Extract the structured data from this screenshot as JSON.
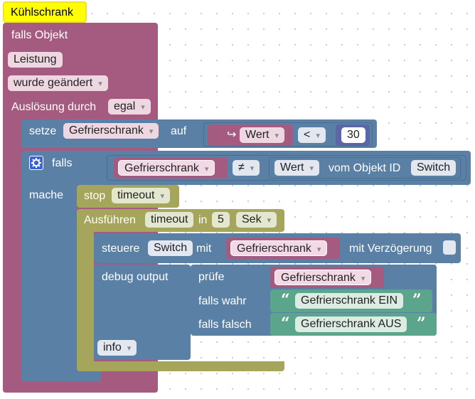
{
  "comment": {
    "text": "Kühlschrank"
  },
  "trigger": {
    "if_object": "falls Objekt",
    "object_field": "Leistung",
    "mode": "wurde geändert",
    "triggered_by": "Auslösung durch",
    "triggered_by_value": "egal"
  },
  "set_block": {
    "label": "setze",
    "variable": "Gefrierschrank",
    "to": "auf",
    "value_icon": "↪",
    "value_field": "Wert",
    "operator": "<",
    "number": "30"
  },
  "if_block": {
    "label": "falls",
    "variable": "Gefrierschrank",
    "operator": "≠",
    "value_field": "Wert",
    "from_object": "vom Objekt ID",
    "object_id": "Switch",
    "do_label": "mache"
  },
  "stop_block": {
    "label": "stop",
    "timer": "timeout"
  },
  "timeout_block": {
    "label": "Ausführen",
    "timer": "timeout",
    "in": "in",
    "amount": "5",
    "unit": "Sek"
  },
  "control_block": {
    "label": "steuere",
    "target": "Switch",
    "with": "mit",
    "variable": "Gefrierschrank",
    "delay": "mit Verzögerung"
  },
  "debug_block": {
    "label": "debug output",
    "level": "info"
  },
  "ternary_block": {
    "check": "prüfe",
    "variable": "Gefrierschrank",
    "if_true": "falls wahr",
    "true_text": "Gefrierschrank EIN",
    "if_false": "falls falsch",
    "false_text": "Gefrierschrank AUS",
    "open_quote": "“",
    "close_quote": "”"
  },
  "colors": {
    "event": "#a55b80",
    "logic": "#5b80a5",
    "timer": "#a5a55b",
    "variable": "#a55b80",
    "text": "#5ba58c",
    "math": "#5b67a5",
    "comment": "#ffff00"
  }
}
